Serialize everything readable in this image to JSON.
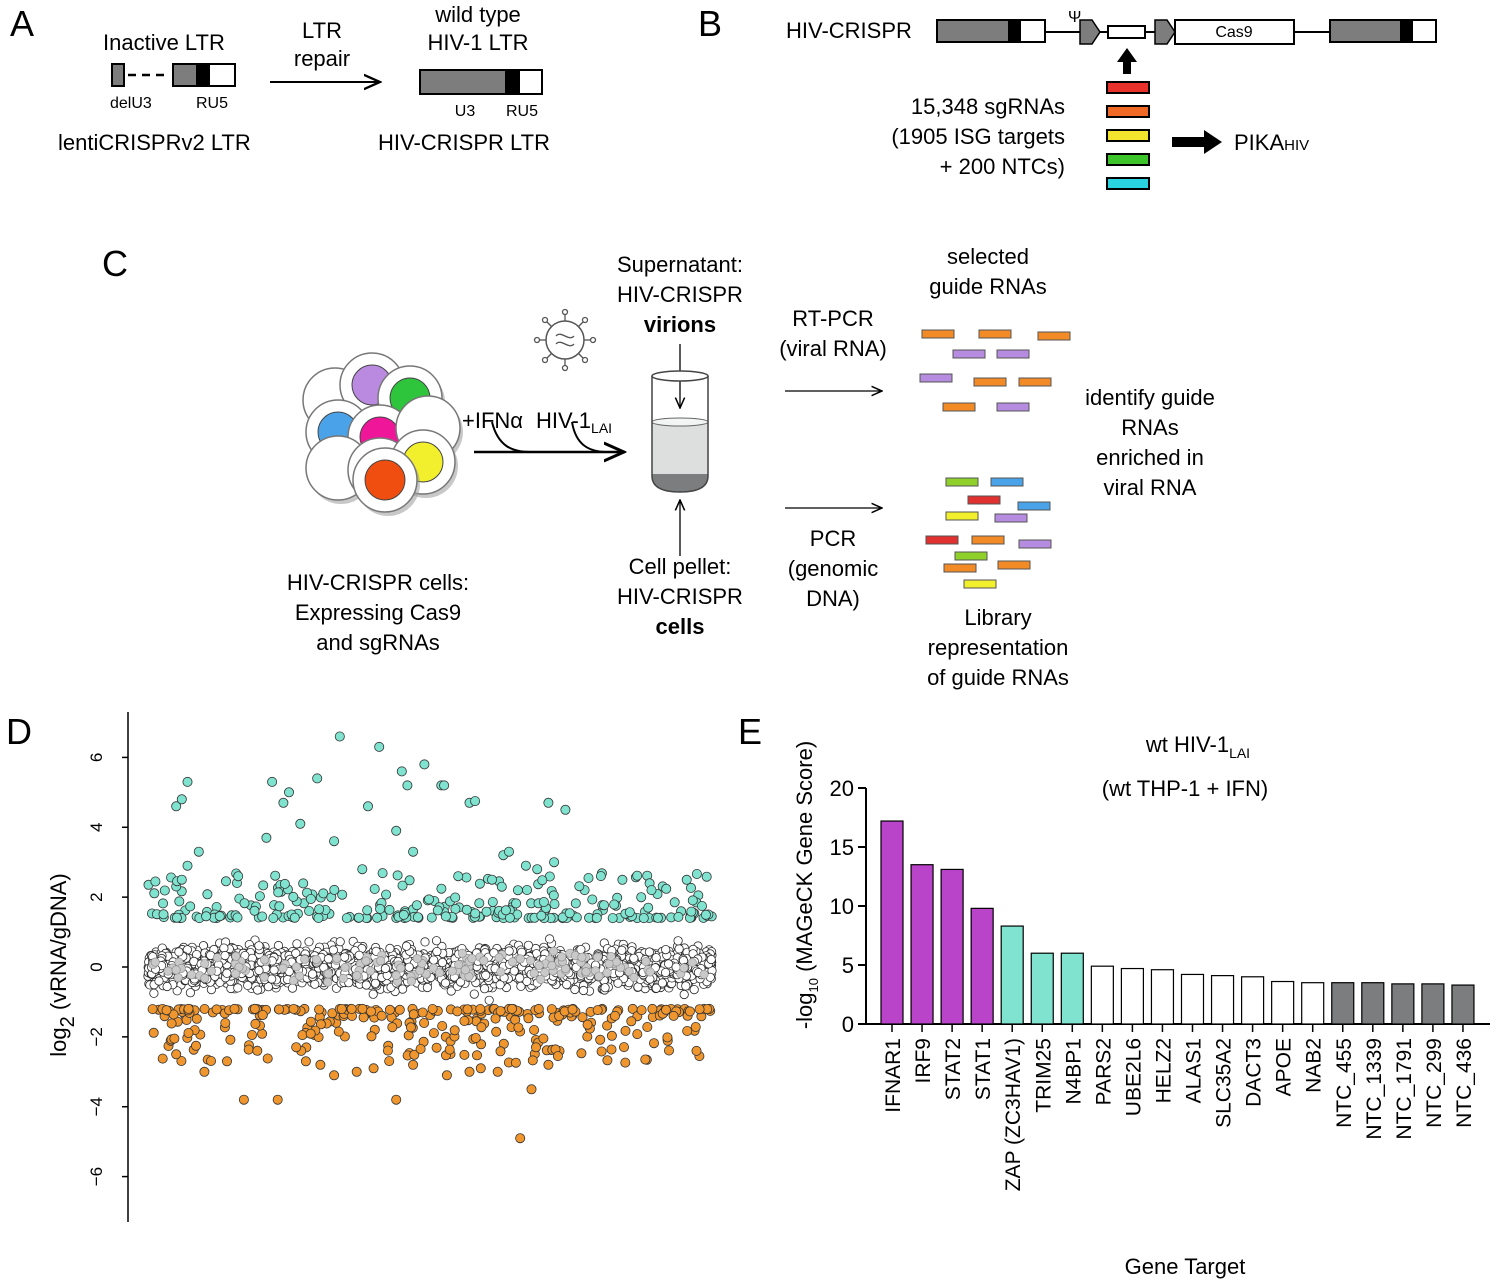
{
  "panels": {
    "a": "A",
    "b": "B",
    "c": "C",
    "d": "D",
    "e": "E"
  },
  "panel_a": {
    "inactive_ltr": "Inactive LTR",
    "del_u3": "delU3",
    "ru5_left": "RU5",
    "lenti_ltr": "lentiCRISPRv2 LTR",
    "repair_1": "LTR",
    "repair_2": "repair",
    "wt_1": "wild type",
    "wt_2": "HIV-1 LTR",
    "u3": "U3",
    "ru5_right": "RU5",
    "hiv_crispr_ltr": "HIV-CRISPR LTR"
  },
  "panel_b": {
    "construct": "HIV-CRISPR",
    "psi": "Ψ",
    "cas9": "Cas9",
    "lib_1": "15,348 sgRNAs",
    "lib_2": "(1905 ISG targets",
    "lib_3": "+ 200 NTCs)",
    "pika": "PIKA",
    "pika_sub": "HIV",
    "guide_colors": [
      "#e8312a",
      "#f16a25",
      "#f3e52e",
      "#3cc42a",
      "#29d3e0"
    ]
  },
  "panel_c": {
    "ifn": "+IFNα",
    "hiv_1": "HIV-1",
    "hiv_sub": "LAI",
    "sup_1": "Supernatant:",
    "sup_2": "HIV-CRISPR",
    "sup_3": "virions",
    "pellet_1": "Cell pellet:",
    "pellet_2": "HIV-CRISPR",
    "pellet_3": "cells",
    "cells_1": "HIV-CRISPR cells:",
    "cells_2": "Expressing Cas9",
    "cells_3": "and sgRNAs",
    "rtpcr_1": "RT-PCR",
    "rtpcr_2": "(viral RNA)",
    "pcr_1": "PCR",
    "pcr_2": "(genomic",
    "pcr_3": "DNA)",
    "sel_1": "selected",
    "sel_2": "guide RNAs",
    "lib_1": "Library",
    "lib_2": "representation",
    "lib_3": "of guide RNAs",
    "id_1": "identify guide",
    "id_2": "RNAs",
    "id_3": "enriched in",
    "id_4": "viral RNA"
  },
  "chart_data": [
    {
      "type": "scatter",
      "title": "",
      "ylabel": "log2 (vRNA/gDNA)",
      "ylabel_main": "log",
      "ylabel_sub": "2",
      "ylabel_rest": " (vRNA/gDNA)",
      "ylim": [
        -7.3,
        7.3
      ],
      "yticks": [
        "6",
        "4",
        "2",
        "0",
        "−2",
        "−4",
        "−6"
      ],
      "ytick_values": [
        6,
        4,
        2,
        0,
        -2,
        -4,
        -6
      ],
      "n_sgRNAs": 15348,
      "bulk_range": [
        -1.2,
        1.4
      ],
      "high_points": [
        [
          0.05,
          4.6
        ],
        [
          0.06,
          4.8
        ],
        [
          0.07,
          5.3
        ],
        [
          0.09,
          3.3
        ],
        [
          0.07,
          2.9
        ],
        [
          0.22,
          5.3
        ],
        [
          0.25,
          5.0
        ],
        [
          0.24,
          4.7
        ],
        [
          0.27,
          4.1
        ],
        [
          0.21,
          3.7
        ],
        [
          0.3,
          5.4
        ],
        [
          0.34,
          6.6
        ],
        [
          0.33,
          3.6
        ],
        [
          0.41,
          6.3
        ],
        [
          0.39,
          4.6
        ],
        [
          0.45,
          5.6
        ],
        [
          0.46,
          5.2
        ],
        [
          0.44,
          3.9
        ],
        [
          0.47,
          3.3
        ],
        [
          0.49,
          5.8
        ],
        [
          0.52,
          5.2
        ],
        [
          0.525,
          5.2
        ],
        [
          0.57,
          4.7
        ],
        [
          0.58,
          4.75
        ],
        [
          0.63,
          3.2
        ],
        [
          0.64,
          3.3
        ],
        [
          0.67,
          2.9
        ],
        [
          0.71,
          4.7
        ],
        [
          0.74,
          4.5
        ],
        [
          0.69,
          2.8
        ],
        [
          0.72,
          3.0
        ],
        [
          0.06,
          2.5
        ],
        [
          0.16,
          2.6
        ],
        [
          0.38,
          2.8
        ],
        [
          0.55,
          2.6
        ],
        [
          0.61,
          2.5
        ]
      ],
      "low_points": [
        [
          0.17,
          -3.8
        ],
        [
          0.23,
          -3.8
        ],
        [
          0.44,
          -3.8
        ],
        [
          0.66,
          -4.9
        ],
        [
          0.68,
          -3.5
        ],
        [
          0.1,
          -3.0
        ],
        [
          0.33,
          -3.1
        ],
        [
          0.37,
          -3.0
        ],
        [
          0.53,
          -3.1
        ],
        [
          0.57,
          -3.0
        ],
        [
          0.59,
          -2.9
        ],
        [
          0.62,
          -3.0
        ],
        [
          0.71,
          -2.8
        ],
        [
          0.14,
          -2.7
        ],
        [
          0.28,
          -2.7
        ],
        [
          0.47,
          -2.8
        ],
        [
          0.05,
          -2.5
        ],
        [
          0.4,
          -2.9
        ]
      ],
      "colors": {
        "high": "#7fe3cf",
        "low": "#f0962e",
        "bulk": "#ffffff",
        "ntc": "#c9c9c9"
      }
    },
    {
      "type": "bar",
      "title_main": "wt HIV-1",
      "title_sub": "LAI",
      "subtitle": "(wt THP-1 + IFN)",
      "ylabel_pre": "-log",
      "ylabel_sub": "10",
      "ylabel_rest": " (MAGeCK Gene Score)",
      "xlabel": "Gene Target",
      "ylim": [
        0,
        20
      ],
      "yticks": [
        "0",
        "5",
        "10",
        "15",
        "20"
      ],
      "ytick_values": [
        0,
        5,
        10,
        15,
        20
      ],
      "categories": [
        "IFNAR1",
        "IRF9",
        "STAT2",
        "STAT1",
        "ZAP (ZC3HAV1)",
        "TRIM25",
        "N4BP1",
        "PARS2",
        "UBE2L6",
        "HELZ2",
        "ALAS1",
        "SLC35A2",
        "DACT3",
        "APOE",
        "NAB2",
        "NTC_455",
        "NTC_1339",
        "NTC_1791",
        "NTC_299",
        "NTC_436"
      ],
      "values": [
        17.2,
        13.5,
        13.1,
        9.8,
        8.3,
        6.0,
        6.0,
        4.9,
        4.7,
        4.6,
        4.2,
        4.1,
        4.0,
        3.6,
        3.5,
        3.5,
        3.5,
        3.4,
        3.4,
        3.3
      ],
      "bar_colors": [
        "#b944c9",
        "#b944c9",
        "#b944c9",
        "#b944c9",
        "#7fe3cf",
        "#7fe3cf",
        "#7fe3cf",
        "#ffffff",
        "#ffffff",
        "#ffffff",
        "#ffffff",
        "#ffffff",
        "#ffffff",
        "#ffffff",
        "#ffffff",
        "#7b7d7e",
        "#7b7d7e",
        "#7b7d7e",
        "#7b7d7e",
        "#7b7d7e"
      ]
    }
  ]
}
